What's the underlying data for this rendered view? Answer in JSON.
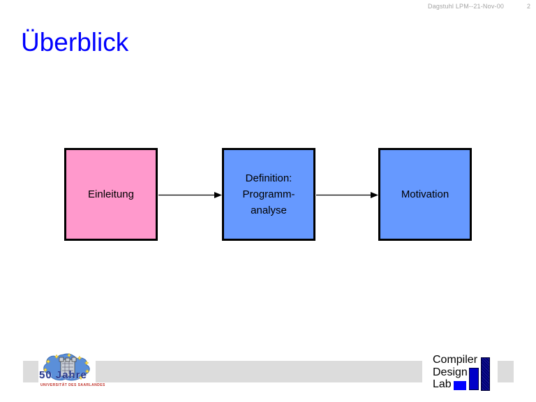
{
  "header": {
    "deck_label": "Dagstuhl LPM--21-Nov-00",
    "page_number": "2"
  },
  "title": "Überblick",
  "diagram": {
    "boxes": [
      {
        "label": "Einleitung",
        "fill": "#FF99CC"
      },
      {
        "label": "Definition:\nProgramm-\nanalyse",
        "fill": "#6699FF"
      },
      {
        "label": "Motivation",
        "fill": "#6699FF"
      }
    ],
    "connectors": [
      {
        "from": "Einleitung",
        "to": "Definition: Programmanalyse",
        "style": "arrow-right"
      },
      {
        "from": "Definition: Programmanalyse",
        "to": "Motivation",
        "style": "arrow-right"
      }
    ]
  },
  "footer": {
    "anniversary_logo": {
      "title": "50 Jahre",
      "subtitle": "UNIVERSITÄT DES SAARLANDES"
    },
    "cdl_logo": {
      "lines": [
        "Compiler",
        "Design",
        "Lab"
      ]
    }
  },
  "colors": {
    "title_blue": "#0000FF",
    "box_pink": "#FF99CC",
    "box_blue": "#6699FF",
    "box_border": "#000000",
    "footer_gray": "#DCDCDC",
    "header_gray": "#A3A3A3",
    "cdl_bright_blue": "#0000FF",
    "cdl_navy": "#000078",
    "anniv_blob_blue": "#5B8FD9",
    "anniv_star_yellow": "#FFDE4D",
    "anniv_text_navy": "#2B3A8C",
    "anniv_caption_red": "#C03028"
  }
}
